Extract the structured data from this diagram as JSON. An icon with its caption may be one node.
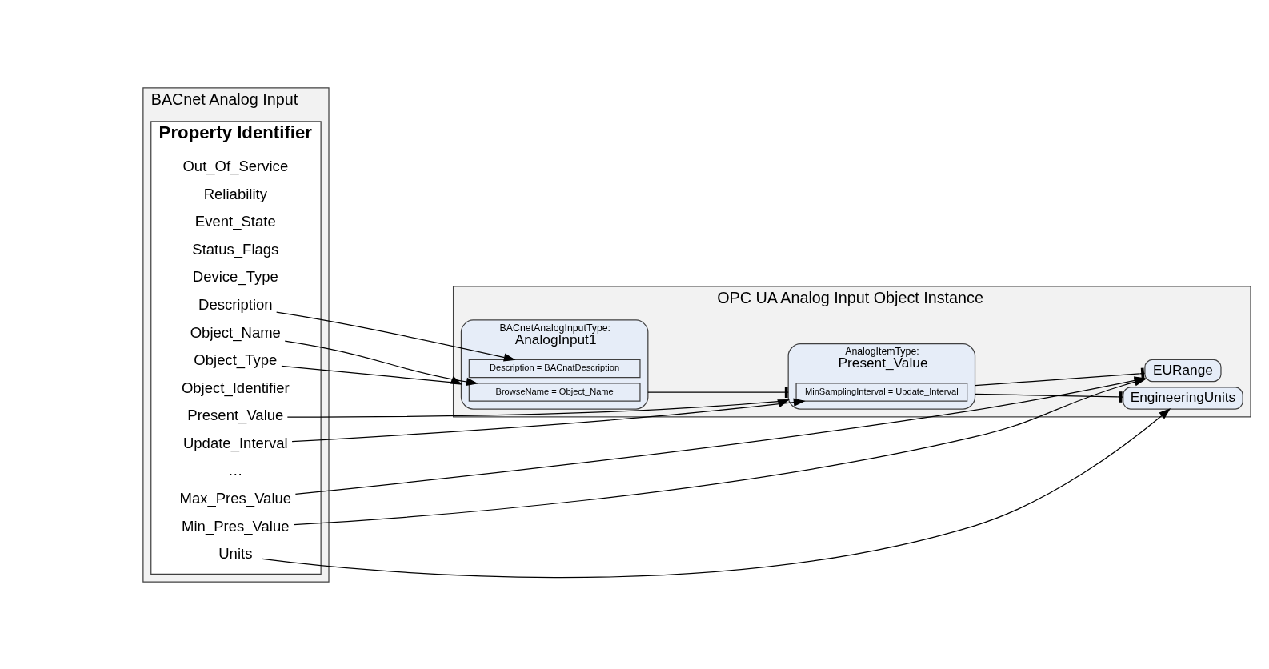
{
  "diagram": {
    "nodes": [
      {
        "text": [
          "BACnet Analog Input"
        ]
      },
      {
        "text": [
          "Property Identifier"
        ],
        "in": 0
      },
      {
        "text": [
          "Object_Identifier"
        ],
        "in": 1
      },
      {
        "text": [
          "Object_Name"
        ],
        "in": 1
      },
      {
        "text": [
          "Object_Type"
        ],
        "in": 1
      },
      {
        "text": [
          "Present_Value"
        ],
        "in": 1
      },
      {
        "text": [
          "Description"
        ],
        "in": 1
      },
      {
        "text": [
          "Device_Type"
        ],
        "in": 1
      },
      {
        "text": [
          "Status_Flags"
        ],
        "in": 1
      },
      {
        "text": [
          "Event_State"
        ],
        "in": 1
      },
      {
        "text": [
          "Reliability"
        ],
        "in": 1
      },
      {
        "text": [
          "Out_Of_Service"
        ],
        "in": 1
      },
      {
        "text": [
          "Update_Interval"
        ],
        "in": 1
      },
      {
        "text": [
          "Units"
        ],
        "in": 1
      },
      {
        "text": [
          "Min_Pres_Value"
        ],
        "in": 1
      },
      {
        "text": [
          "Max_Pres_Value"
        ],
        "in": 1
      },
      {
        "text": [
          "…"
        ],
        "in": 1
      },
      {
        "text": [
          "OPC UA Analog Input Object Instance"
        ]
      },
      {
        "text": [
          "BACnetAnalogInputType:",
          "AnalogInput1"
        ],
        "in": 17
      },
      {
        "text": [
          "BrowseName = Object_Name"
        ],
        "in": 18
      },
      {
        "text": [
          "Description = BACnatDescription"
        ],
        "in": 18
      },
      {
        "text": [
          "AnalogItemType:",
          "Present_Value"
        ],
        "in": 17
      },
      {
        "text": [
          "MinSamplingInterval = Update_Interval"
        ],
        "in": 21
      },
      {
        "text": [
          "EngineeringUnits"
        ],
        "in": 17
      },
      {
        "text": [
          "EURange"
        ],
        "in": 17
      }
    ],
    "edges": [
      {
        "from": 4,
        "to": 18,
        "arrow": "to"
      },
      {
        "from": 3,
        "to": 19,
        "arrow": "to"
      },
      {
        "from": 6,
        "to": 20,
        "arrow": "to"
      },
      {
        "from": 5,
        "to": 21,
        "arrow": "to"
      },
      {
        "from": 12,
        "to": 22,
        "arrow": "to"
      },
      {
        "from": 13,
        "to": 23,
        "arrow": "to"
      },
      {
        "from": 14,
        "to": 24,
        "arrow": "to"
      },
      {
        "from": 15,
        "to": 24,
        "arrow": "to"
      },
      {
        "from": 18,
        "to": 21,
        "arrow": "other"
      },
      {
        "from": 21,
        "to": 23,
        "arrow": "other"
      },
      {
        "from": 21,
        "to": 24,
        "arrow": "other"
      }
    ]
  }
}
